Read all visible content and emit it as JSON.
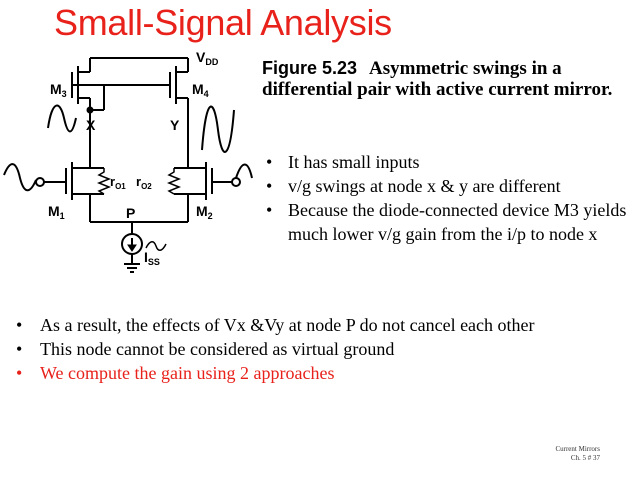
{
  "slide": {
    "title": "Small-Signal Analysis"
  },
  "figure": {
    "number": "Figure 5.23",
    "caption": "Asymmetric swings in a differential pair with active current mirror.",
    "labels": {
      "vdd": "V",
      "vdd_sub": "DD",
      "m3": "M",
      "m3_sub": "3",
      "m4": "M",
      "m4_sub": "4",
      "node_x": "X",
      "node_y": "Y",
      "ro1": "r",
      "ro1_sub": "O1",
      "ro2": "r",
      "ro2_sub": "O2",
      "node_p": "P",
      "m1": "M",
      "m1_sub": "1",
      "m2": "M",
      "m2_sub": "2",
      "iss": "I",
      "iss_sub": "SS"
    }
  },
  "bullets_right": [
    "It has small inputs",
    "v/g swings at node x & y are different",
    "Because the diode-connected device M3 yields much lower v/g gain from the i/p to node x"
  ],
  "bullets_bottom": [
    "As a result, the effects of Vx &Vy at node P do not cancel each other",
    "This node cannot be considered as virtual ground",
    "We compute the gain using 2 approaches"
  ],
  "footer": {
    "line1": "Current Mirrors",
    "line2": "Ch. 5 # 37"
  },
  "colors": {
    "title": "#e8211b",
    "highlight_bullet": "#e8211b"
  }
}
